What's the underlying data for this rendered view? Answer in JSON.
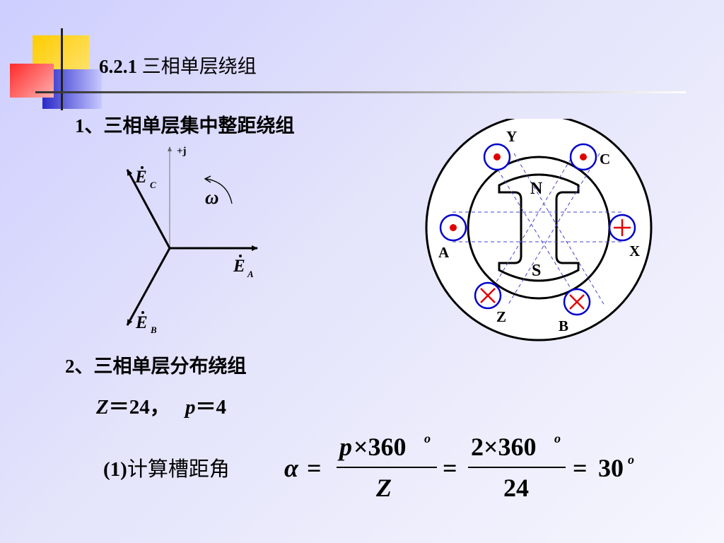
{
  "slide": {
    "section_title": "6.2.1 三相单层绕组",
    "section_number": "6.2.1",
    "section_name": "三相单层绕组"
  },
  "part1": {
    "number": "1、",
    "heading": "三相单层集中整距绕组"
  },
  "phasor": {
    "axis_label": "+j",
    "omega_label": "ω",
    "ea": {
      "letter": "E",
      "sub": "A"
    },
    "eb": {
      "letter": "E",
      "sub": "B"
    },
    "ec": {
      "letter": "E",
      "sub": "C"
    }
  },
  "machine": {
    "north_pole": "N",
    "south_pole": "S",
    "slots": {
      "a": "A",
      "x": "X",
      "y": "Y",
      "c": "C",
      "z": "Z",
      "b": "B"
    }
  },
  "part2": {
    "number": "2、",
    "heading": "三相单层分布绕组"
  },
  "params": {
    "z_var": "Z",
    "z_value": "＝24，",
    "p_var": "p",
    "p_value": "＝4"
  },
  "calc": {
    "number": "(1)",
    "label": "计算槽距角",
    "alpha": "α",
    "eq1": "=",
    "frac1_num_var": "p",
    "frac1_num_rest": "×360",
    "frac1_den": "Z",
    "eq2": "=",
    "frac2_num": "2×360",
    "frac2_den": "24",
    "eq3": "=",
    "result": "30",
    "degree_mark": "o"
  },
  "colors": {
    "background_start": "#ceceff",
    "background_end": "#f6f6fe",
    "deco_yellow": "#ffcc00",
    "deco_red": "#ff3333",
    "deco_blue": "#3333cc",
    "slot_ring": "#0000cc",
    "current_mark": "#e00000",
    "flux_lines": "#4444cc"
  }
}
